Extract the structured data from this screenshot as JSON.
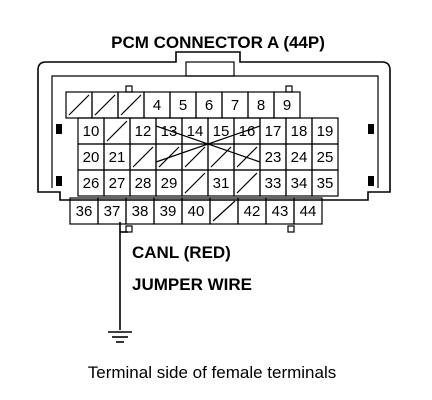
{
  "diagram": {
    "title": "PCM CONNECTOR A (44P)",
    "wire_label": "CANL (RED)",
    "jumper_label": "JUMPER WIRE",
    "caption": "Terminal side of female terminals",
    "rows": [
      [
        "",
        "",
        "",
        "4",
        "5",
        "6",
        "7",
        "8",
        "9"
      ],
      [
        "10",
        "",
        "12",
        "13",
        "14",
        "15",
        "16",
        "17",
        "18",
        "19"
      ],
      [
        "20",
        "21",
        "",
        "",
        "",
        "",
        "",
        "23",
        "24",
        "25"
      ],
      [
        "26",
        "27",
        "28",
        "29",
        "",
        "31",
        "",
        "33",
        "34",
        "35"
      ],
      [
        "36",
        "37",
        "38",
        "39",
        "40",
        "",
        "42",
        "43",
        "44"
      ]
    ],
    "highlight_terminal": "37"
  }
}
